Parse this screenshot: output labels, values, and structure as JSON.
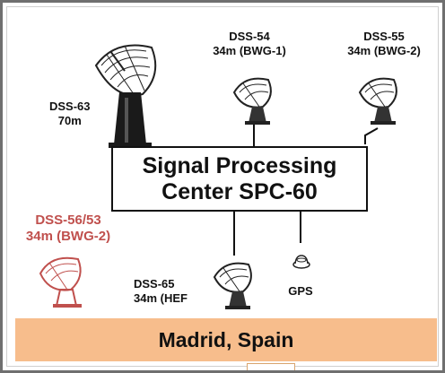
{
  "location": "Madrid, Spain",
  "center": {
    "line1": "Signal Processing",
    "line2": "Center  SPC-60"
  },
  "gps_label": "GPS",
  "antennas": {
    "dss63": {
      "name": "DSS-63",
      "size": "70m"
    },
    "dss54": {
      "name": "DSS-54",
      "size": "34m (BWG-1)"
    },
    "dss55": {
      "name": "DSS-55",
      "size": "34m (BWG-2)"
    },
    "dss56": {
      "name": "DSS-56/53",
      "size": "34m (BWG-2)"
    },
    "dss65": {
      "name": "DSS-65",
      "size": "34m (HEF"
    }
  },
  "colors": {
    "location_bar": "#f7bd8c",
    "highlight_text": "#c0504d",
    "antenna": "#222222",
    "antenna_highlight": "#c0504d"
  }
}
